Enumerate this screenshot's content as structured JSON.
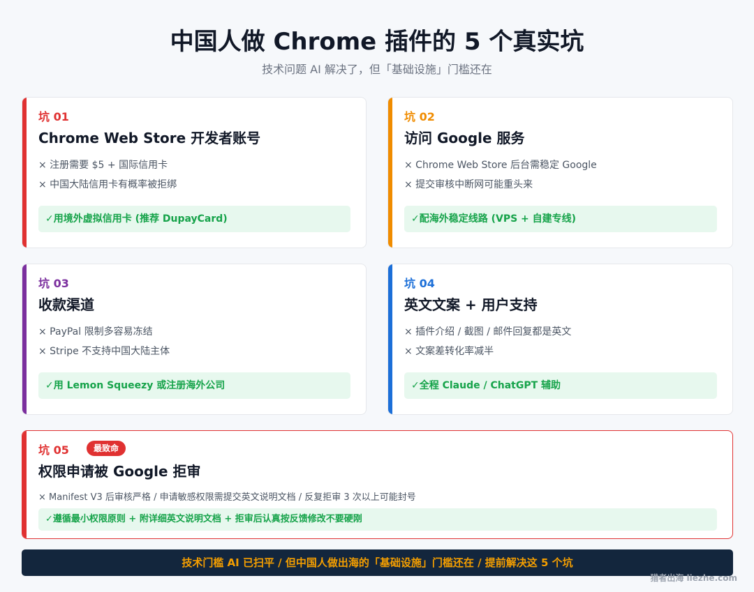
{
  "title": "中国人做 Chrome 插件的 5 个真实坑",
  "subtitle": "技术问题 AI 解决了，但「基础设施」门槛还在",
  "cards": [
    {
      "num": "坑 01",
      "title": "Chrome Web Store 开发者账号",
      "color": "#e03131",
      "issues": [
        "× 注册需要 $5 + 国际信用卡",
        "× 中国大陆信用卡有概率被拒绑"
      ],
      "fix": "✓用境外虚拟信用卡 (推荐 DupayCard)"
    },
    {
      "num": "坑 02",
      "title": "访问 Google 服务",
      "color": "#f08c00",
      "issues": [
        "× Chrome Web Store 后台需稳定 Google",
        "× 提交审核中断网可能重头来"
      ],
      "fix": "✓配海外稳定线路 (VPS + 自建专线)"
    },
    {
      "num": "坑 03",
      "title": "收款渠道",
      "color": "#7b2f9e",
      "issues": [
        "× PayPal 限制多容易冻结",
        "× Stripe 不支持中国大陆主体"
      ],
      "fix": "✓用 Lemon Squeezy 或注册海外公司"
    },
    {
      "num": "坑 04",
      "title": "英文文案 + 用户支持",
      "color": "#1c6fd8",
      "issues": [
        "× 插件介绍 / 截图 / 邮件回复都是英文",
        "× 文案差转化率减半"
      ],
      "fix": "✓全程 Claude / ChatGPT 辅助"
    },
    {
      "num": "坑 05",
      "title": "权限申请被 Google 拒审",
      "color": "#e03131",
      "badge": "最致命",
      "issues": [
        "× Manifest V3 后审核严格 / 申请敏感权限需提交英文说明文档 / 反复拒审 3 次以上可能封号"
      ],
      "fix": "✓遵循最小权限原则 + 附详细英文说明文档 + 拒审后认真按反馈修改不要硬刚"
    }
  ],
  "footer": "技术门槛 AI 已扫平 / 但中国人做出海的「基础设施」门槛还在 / 提前解决这 5 个坑",
  "watermark": "猎者出海 liezhe.com"
}
